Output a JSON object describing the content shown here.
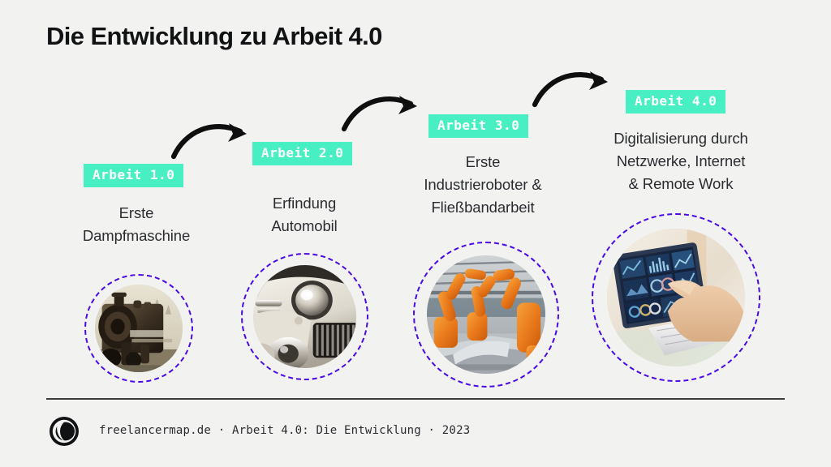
{
  "page": {
    "title": "Die Entwicklung zu Arbeit 4.0",
    "background_color": "#f2f2f1",
    "accent_badge_color": "#47efc2",
    "ring_color": "#4b0ae6",
    "text_color": "#2a2c30"
  },
  "steps": [
    {
      "badge": "Arbeit 1.0",
      "description": "Erste\nDampfmaschine",
      "image_alt": "steam-locomotive-photo"
    },
    {
      "badge": "Arbeit 2.0",
      "description": "Erfindung\nAutomobil",
      "image_alt": "vintage-automobile-photo"
    },
    {
      "badge": "Arbeit 3.0",
      "description": "Erste\nIndustrieroboter &\nFließbandarbeit",
      "image_alt": "industrial-robot-assembly-line-photo"
    },
    {
      "badge": "Arbeit 4.0",
      "description": "Digitalisierung durch\nNetzwerke, Internet\n& Remote Work",
      "image_alt": "hand-touching-digital-dashboard-laptop-photo"
    }
  ],
  "connectors": [
    {
      "name": "arrow-step1-to-step2"
    },
    {
      "name": "arrow-step2-to-step3"
    },
    {
      "name": "arrow-step3-to-step4"
    }
  ],
  "footer": {
    "logo_alt": "freelancermap-logo",
    "caption": "freelancermap.de · Arbeit 4.0: Die Entwicklung · 2023"
  }
}
